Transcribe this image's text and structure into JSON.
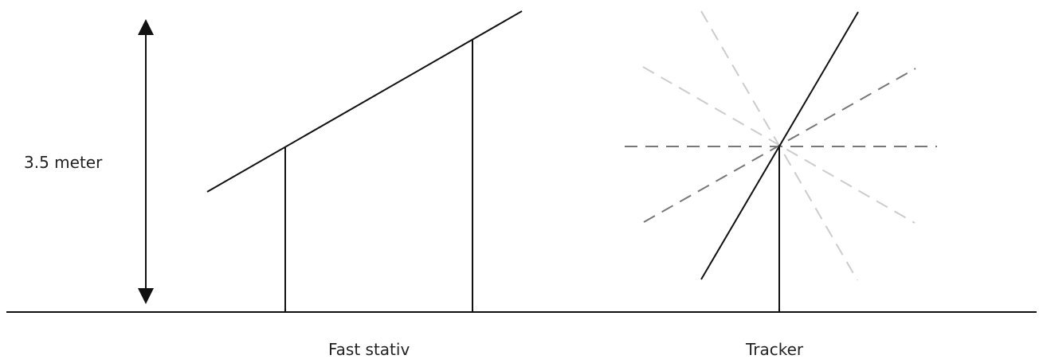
{
  "labels": {
    "height": "3.5 meter",
    "fixed_mount": "Fast stativ",
    "tracker": "Tracker"
  },
  "colors": {
    "line": "#111111",
    "dash_dark": "#777777",
    "dash_light": "#cccccc",
    "background": "#ffffff"
  }
}
